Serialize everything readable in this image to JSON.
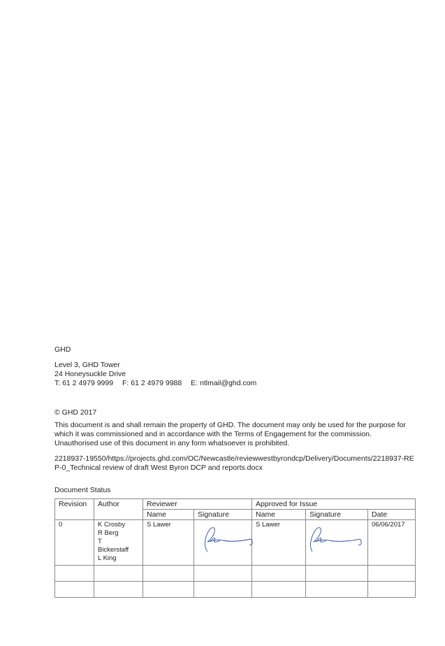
{
  "company": "GHD",
  "address": {
    "line1": "Level 3, GHD Tower",
    "line2": "24 Honeysuckle Drive",
    "phone": "T: 61 2 4979 9999",
    "fax": "F: 61 2 4979 9988",
    "email": "E: ntlmail@ghd.com"
  },
  "copyright": "© GHD 2017",
  "disclaimer": "This document is and shall remain the property of GHD. The document may only be used for the purpose for which it was commissioned and in accordance with the Terms of Engagement for the commission. Unauthorised use of this document in any form whatsoever is prohibited.",
  "file_path": "2218937-19550/https://projects.ghd.com/OC/Newcastle/reviewwestbyrondcp/Delivery/Documents/2218937-REP-0_Technical review of draft West Byron DCP and reports.docx",
  "document_status": {
    "title": "Document Status",
    "headers": {
      "revision": "Revision",
      "author": "Author",
      "reviewer": "Reviewer",
      "approved": "Approved for Issue",
      "name": "Name",
      "signature": "Signature",
      "date": "Date"
    },
    "row": {
      "revision": "0",
      "authors": [
        "K Crosby",
        "R Berg",
        "T",
        "Bickerstaff",
        "L King"
      ],
      "reviewer_name": "S Lawer",
      "approver_name": "S Lawer",
      "date": "06/06/2017"
    }
  }
}
